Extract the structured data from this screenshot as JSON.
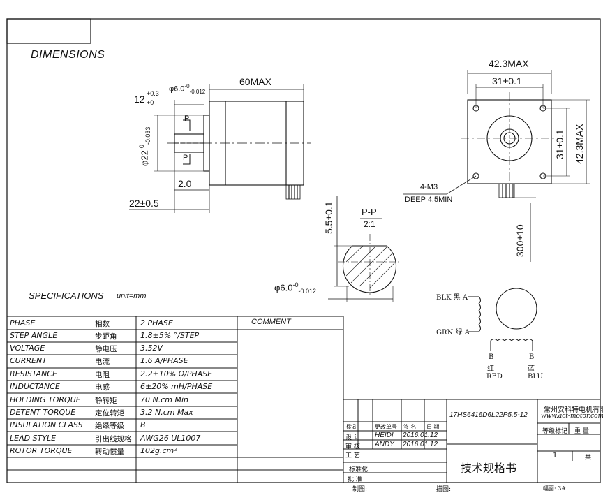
{
  "header": {
    "title": "DIMENSIONS",
    "spec_title": "SPECIFICATIONS",
    "unit": "unit=mm"
  },
  "side_view": {
    "length": "60MAX",
    "shaft_dia_base": "φ6.0",
    "shaft_dia_tol_top": "-0",
    "shaft_dia_tol_bottom": "-0.012",
    "flat_len_base": "12",
    "flat_len_tol_top": "+0.3",
    "flat_len_tol_bottom": "+0",
    "boss_base": "φ22",
    "boss_tol": "-0.033",
    "boss_tol_top": "-0",
    "flange": "2.0",
    "shaft_len": "22±0.5",
    "p_label_top": "P",
    "p_label_bottom": "P"
  },
  "front_view": {
    "width": "42.3MAX",
    "hole_spacing_h": "31±0.1",
    "hole_spacing_v": "31±0.1",
    "height": "42.3MAX",
    "thread": "4-M3",
    "deep": "DEEP 4.5MIN",
    "lead_length": "300±10"
  },
  "section_view": {
    "title": "P-P",
    "scale": "2:1",
    "flat_dim": "5.5±0.1",
    "dia_base": "φ6.0",
    "dia_tol_top": "-0",
    "dia_tol_bottom": "-0.012"
  },
  "wiring": {
    "blk": "BLK 黑 A",
    "grn": "GRN 绿 A",
    "red_letter": "B",
    "red_cn": "红",
    "red_en": "RED",
    "blu_letter": "B",
    "blu_cn": "蓝",
    "blu_en": "BLU"
  },
  "specs": {
    "comment_header": "COMMENT",
    "rows": [
      {
        "en": "PHASE",
        "cn": "相数",
        "val": "2  PHASE"
      },
      {
        "en": "STEP ANGLE",
        "cn": "步距角",
        "val": "1.8±5% °/STEP"
      },
      {
        "en": "VOLTAGE",
        "cn": "静电压",
        "val": "3.52V"
      },
      {
        "en": "CURRENT",
        "cn": "电流",
        "val": "1.6 A/PHASE"
      },
      {
        "en": "RESISTANCE",
        "cn": "电阻",
        "val": "2.2±10% Ω/PHASE"
      },
      {
        "en": "INDUCTANCE",
        "cn": "电感",
        "val": "6±20% mH/PHASE"
      },
      {
        "en": "HOLDING TORQUE",
        "cn": "静转矩",
        "val": "70 N.cm Min"
      },
      {
        "en": "DETENT TORQUE",
        "cn": "定位转矩",
        "val": "3.2 N.cm Max"
      },
      {
        "en": "INSULATION CLASS",
        "cn": "绝缘等级",
        "val": "B"
      },
      {
        "en": "LEAD STYLE",
        "cn": "引出线规格",
        "val": "AWG26 UL1007"
      },
      {
        "en": "ROTOR TORQUE",
        "cn": "转动惯量",
        "val": "102g.cm²"
      }
    ]
  },
  "title_block": {
    "part_no": "17HS6416D6L22P5.5-12",
    "company": "常州安科特电机有限",
    "website": "www.act-motor.com",
    "h_mark": "标记",
    "h_change": "更改单号",
    "h_sign": "签  名",
    "h_date": "日  期",
    "r_design": "设  计",
    "r_check": "审  核",
    "r_process": "工  艺",
    "designer": "HEIDI",
    "design_date": "2016.01.12",
    "checker": "ANDY",
    "check_date": "2016.01.12",
    "stage_mark": "等级标记",
    "weight": "重  量",
    "qty": "1",
    "total": "共",
    "doc_title": "技术规格书",
    "std": "标准化",
    "approve": "批  准",
    "drawn": "制图:",
    "traced": "描图:",
    "format": "幅面: 3#"
  }
}
